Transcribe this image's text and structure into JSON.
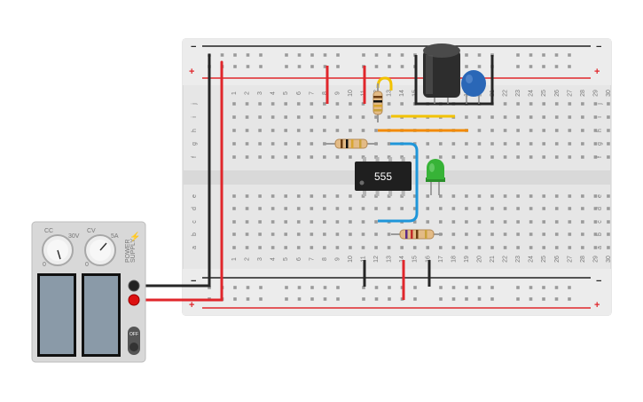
{
  "breadboard": {
    "columns": [
      "1",
      "2",
      "3",
      "4",
      "5",
      "6",
      "7",
      "8",
      "9",
      "10",
      "11",
      "12",
      "13",
      "14",
      "15",
      "16",
      "17",
      "18",
      "19",
      "20",
      "21",
      "22",
      "23",
      "24",
      "25",
      "26",
      "27",
      "28",
      "29",
      "30"
    ],
    "rows_upper": [
      "j",
      "i",
      "h",
      "g",
      "f"
    ],
    "rows_lower": [
      "e",
      "d",
      "c",
      "b",
      "a"
    ],
    "rail_plus": "+",
    "rail_minus": "−",
    "colors": {
      "board": "#e9e9e9",
      "hole": "#9c9c9c",
      "rail_red": "#e0262b",
      "rail_black": "#222222"
    }
  },
  "chip": {
    "label": "555",
    "color": "#1f1f1f"
  },
  "power_supply": {
    "knob_labels": [
      "CC",
      "CV",
      "0",
      "30V",
      "0",
      "5A"
    ],
    "side_text": [
      "POWER",
      "SUPPLY"
    ],
    "switch_label": "OFF",
    "colors": {
      "body": "#d6d6d6",
      "panel": "#7a8a9a"
    }
  },
  "parts": {
    "resistor_icon": "resistor-icon",
    "led_color": "#2fa62f",
    "capacitor_color": "#2a67b7",
    "electrolytic_color": "#333333"
  }
}
